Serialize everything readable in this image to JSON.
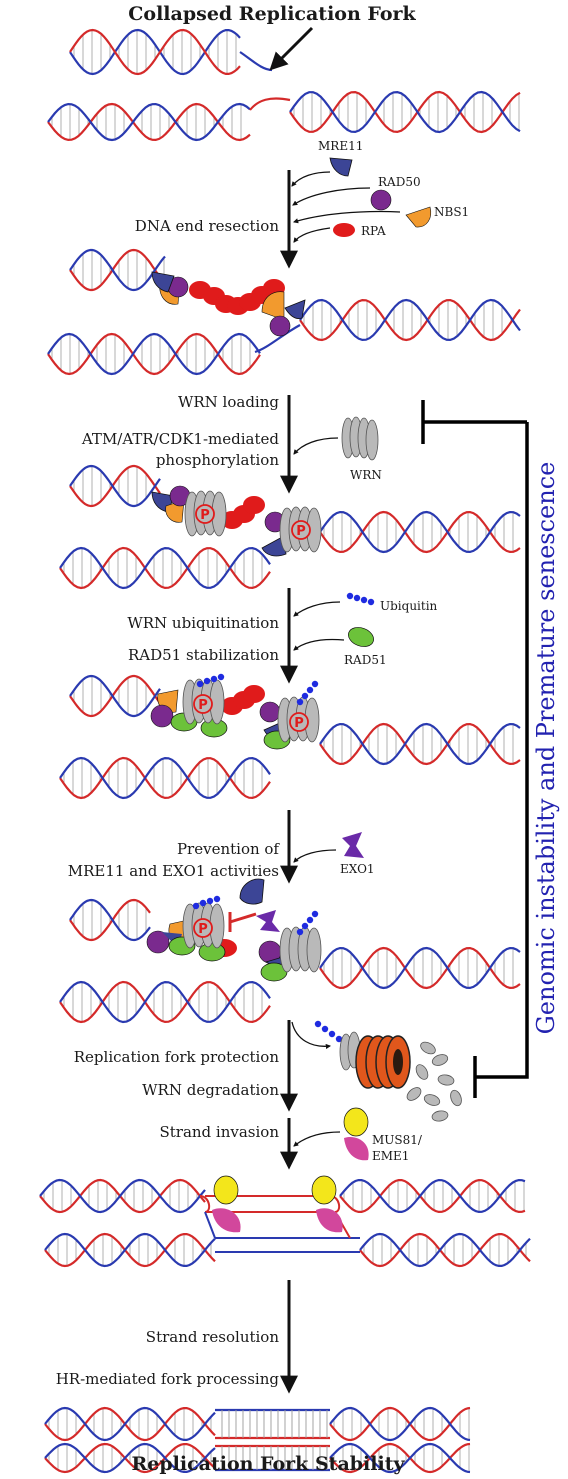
{
  "title": "Collapsed Replication Fork",
  "footer": "Replication Fork Stability",
  "side_label": "Genomic instability and Premature senescence",
  "colors": {
    "dna_red": "#d42a2a",
    "dna_blue": "#2a3ab0",
    "mre11": "#3c4596",
    "rad50": "#7a2a8e",
    "nbs1": "#f29a2e",
    "rpa": "#e01b1b",
    "wrn": "#b9b9b9",
    "ubiquitin": "#1f2be0",
    "rad51": "#6cc23a",
    "exo1": "#6a2aa8",
    "proteasome": "#e0571c",
    "mus81": "#f3e61b",
    "eme1": "#d2479c",
    "phospho": "#e01b1b",
    "inhibition": "#000000",
    "side_text": "#2222b0"
  },
  "steps": {
    "resection": "DNA end resection",
    "wrn_loading": "WRN loading",
    "phospho_1": "ATM/ATR/CDK1-mediated",
    "phospho_2": "phosphorylation",
    "ubiquitination": "WRN ubiquitination",
    "rad51_stab": "RAD51 stabilization",
    "prevention_1": "Prevention of",
    "prevention_2": "MRE11 and EXO1 activities",
    "fork_protection": "Replication fork protection",
    "wrn_degradation": "WRN degradation",
    "strand_invasion": "Strand invasion",
    "strand_resolution": "Strand resolution",
    "hr_processing": "HR-mediated fork processing"
  },
  "proteins": {
    "mre11": "MRE11",
    "rad50": "RAD50",
    "nbs1": "NBS1",
    "rpa": "RPA",
    "wrn": "WRN",
    "ubiquitin": "Ubiquitin",
    "rad51": "RAD51",
    "exo1": "EXO1",
    "mus81_1": "MUS81/",
    "mus81_2": "EME1",
    "phospho_mark": "P"
  }
}
